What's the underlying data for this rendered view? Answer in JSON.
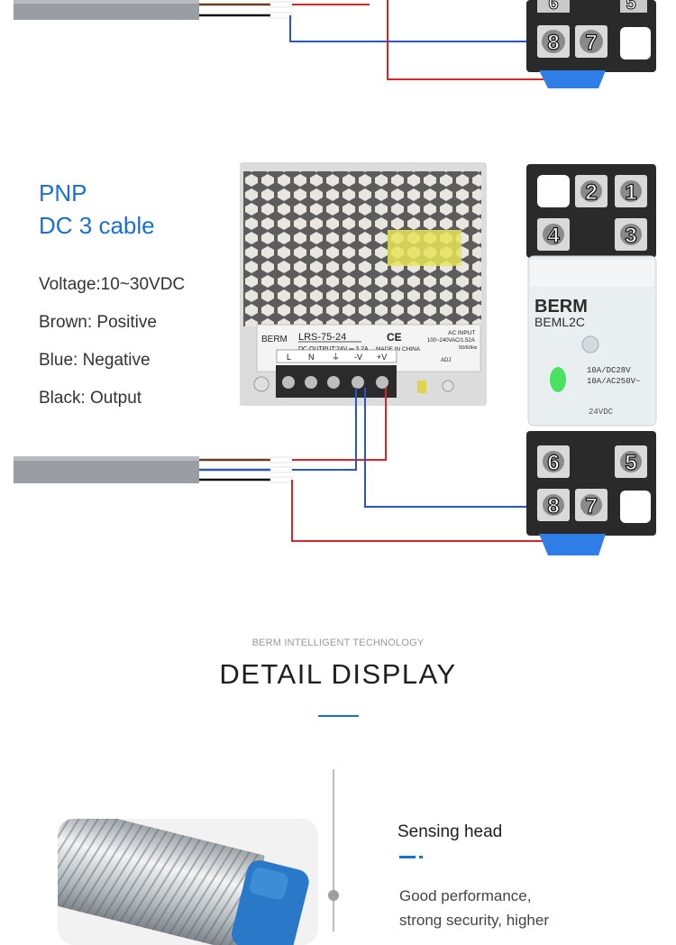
{
  "wiring": {
    "mode": "PNP",
    "cable": "DC 3 cable",
    "voltage": "Voltage:10~30VDC",
    "brown": "Brown: Positive",
    "blue": "Blue: Negative",
    "black": "Black: Output"
  },
  "power_supply": {
    "brand": "BERM",
    "model": "LRS-75-24",
    "dc_output": "DC OUTPUT:24V ═ 3.2A",
    "ac_input_label": "AC INPUT",
    "ac_input_value": "100~240VAC/1.52A",
    "frequency": "50/60Hz",
    "origin": "MADE IN CHINA",
    "ce": "CE",
    "adj": "ADJ",
    "terminals": [
      "L",
      "N",
      "⏚",
      "-V",
      "+V"
    ]
  },
  "relay": {
    "brand": "BERM",
    "model": "BEML2C",
    "rating1": "10A/DC28V",
    "rating2": "10A/AC250V~",
    "coil": "24VDC",
    "pins": [
      "1",
      "2",
      "3",
      "4",
      "5",
      "6",
      "7",
      "8"
    ]
  },
  "detail": {
    "brand_line": "BERM INTELLIGENT TECHNOLOGY",
    "title": "DETAIL DISPLAY",
    "sensing_title": "Sensing head",
    "sensing_line1": "Good performance,",
    "sensing_line2": "strong security, higher"
  },
  "colors": {
    "accent_blue": "#1a6fd4",
    "wire_red": "#d8252a",
    "wire_blue": "#2a55c2",
    "wire_brown": "#6b3a1f",
    "cable_gray": "#9a9ea3",
    "relay_base": "#2a2a2a",
    "relay_clip": "#2f7ee8"
  }
}
